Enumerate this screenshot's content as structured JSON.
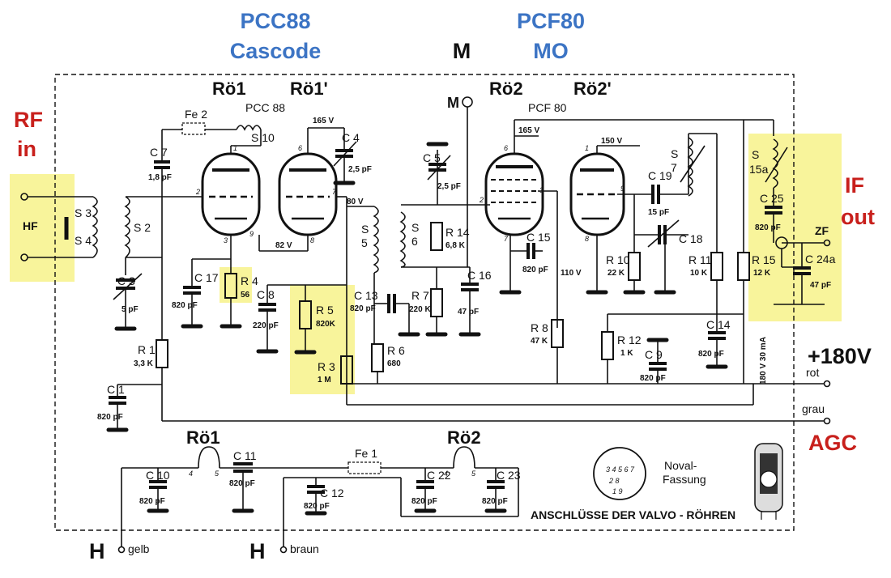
{
  "annotations": {
    "pcc88_top": "PCC88",
    "pcc88_bottom": "Cascode",
    "pcf80_top": "PCF80",
    "pcf80_bottom": "MO",
    "m_label": "M",
    "rf_top": "RF",
    "rf_bottom": "in",
    "if_top": "IF",
    "if_bottom": "out",
    "supply": "+180V",
    "agc": "AGC",
    "heater_left": "H",
    "heater_right": "H"
  },
  "tubes": {
    "ro1": "Rö1",
    "ro1p": "Rö1'",
    "ro2": "Rö2",
    "ro2p": "Rö2'",
    "type1": "PCC 88",
    "type2": "PCF 80",
    "heater_ro1": "Rö1",
    "heater_ro2": "Rö2"
  },
  "components": {
    "fe2": "Fe 2",
    "s10": "S 10",
    "c7": "C 7",
    "c7v": "1,8 pF",
    "s2": "S 2",
    "s3": "S 3",
    "s4": "S 4",
    "hf": "HF",
    "c3": "C 3",
    "c3v": "5 pF",
    "c17": "C 17",
    "c17v": "820 pF",
    "r4": "R 4",
    "r4v": "56",
    "c8": "C 8",
    "c8v": "220 pF",
    "r5": "R 5",
    "r5v": "820K",
    "r3": "R 3",
    "r3v": "1 M",
    "r1": "R 1",
    "r1v": "3,3 K",
    "c1": "C 1",
    "c1v": "820 pF",
    "c4": "C 4",
    "c4v": "2,5 pF",
    "s5": "S",
    "s5n": "5",
    "c5": "C 5",
    "c5v": "2,5 pF",
    "s6": "S",
    "s6n": "6",
    "r14": "R 14",
    "r14v": "6,8 K",
    "c13": "C 13",
    "c13v": "820 pF",
    "r7": "R 7",
    "r7v": "220 K",
    "r6": "R 6",
    "r6v": "680",
    "c15": "C 15",
    "c15v": "820 pF",
    "c16": "C 16",
    "c16v": "47 pF",
    "r8": "R 8",
    "r8v": "47 K",
    "c19": "C 19",
    "c19v": "15 pF",
    "c18": "C 18",
    "r10": "R 10",
    "r10v": "22 K",
    "r11": "R 11",
    "r11v": "10 K",
    "r12": "R 12",
    "r12v": "1 K",
    "c9": "C 9",
    "c9v": "820 pF",
    "c14": "C 14",
    "c14v": "820 pF",
    "r15": "R 15",
    "r15v": "12 K",
    "s7": "S",
    "s7n": "7",
    "s15a": "S",
    "s15an": "15a",
    "c25": "C 25",
    "c25v": "820 pF",
    "c24a": "C 24a",
    "c24av": "47 pF",
    "zf": "ZF",
    "m_pin": "M",
    "c11": "C 11",
    "c11v": "820 pF",
    "fe1": "Fe 1",
    "c10": "C 10",
    "c10v": "820 pF",
    "c12": "C 12",
    "c12v": "820 pF",
    "c22": "C 22",
    "c22v": "820 pF",
    "c23": "C 23",
    "c23v": "820 pF"
  },
  "voltages": {
    "v165a": "165 V",
    "v80": "80 V",
    "v82": "82 V",
    "v165b": "165 V",
    "v150": "150 V",
    "v110": "110 V",
    "v180": "180 V 30 mA"
  },
  "wires": {
    "rot": "rot",
    "grau": "grau",
    "gelb": "gelb",
    "braun": "braun"
  },
  "footer": {
    "noval_line1": "Noval-",
    "noval_line2": "Fassung",
    "connections": "ANSCHLÜSSE DER VALVO - RÖHREN"
  },
  "colors": {
    "highlight": "#f6f07a",
    "tube_label_blue": "#3c74c4",
    "signal_label_red": "#c8201c"
  }
}
